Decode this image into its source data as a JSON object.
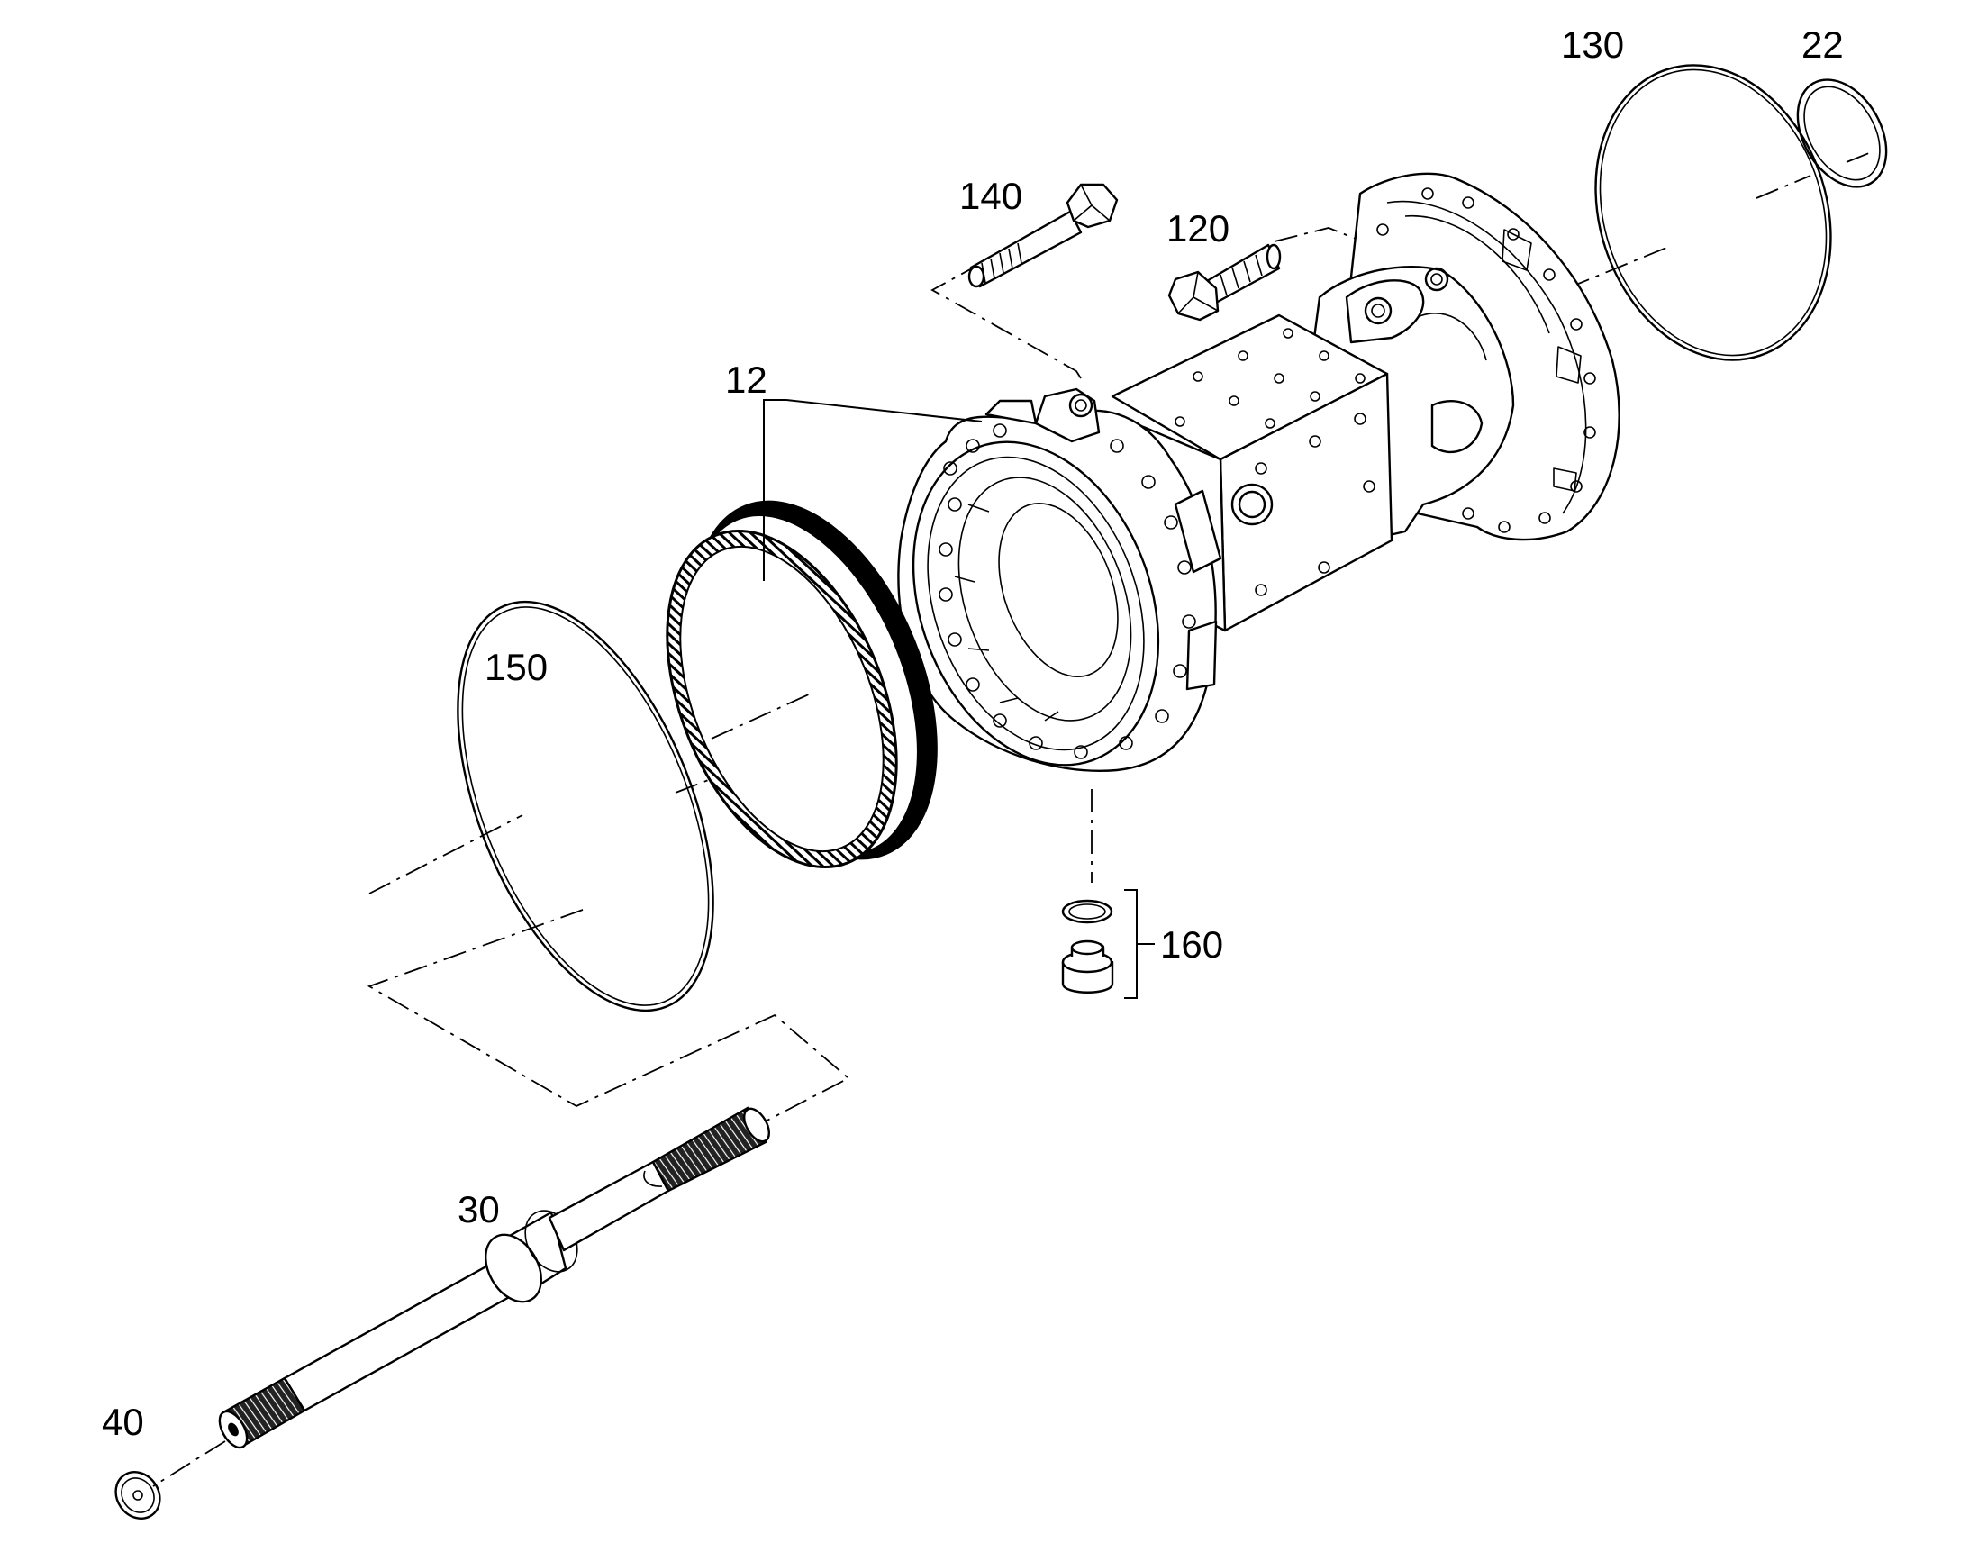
{
  "callouts": {
    "c12": "12",
    "c22": "22",
    "c30": "30",
    "c40": "40",
    "c120": "120",
    "c130": "130",
    "c140": "140",
    "c150": "150",
    "c160": "160"
  },
  "colors": {
    "ink": "#000000",
    "paper": "#ffffff"
  }
}
